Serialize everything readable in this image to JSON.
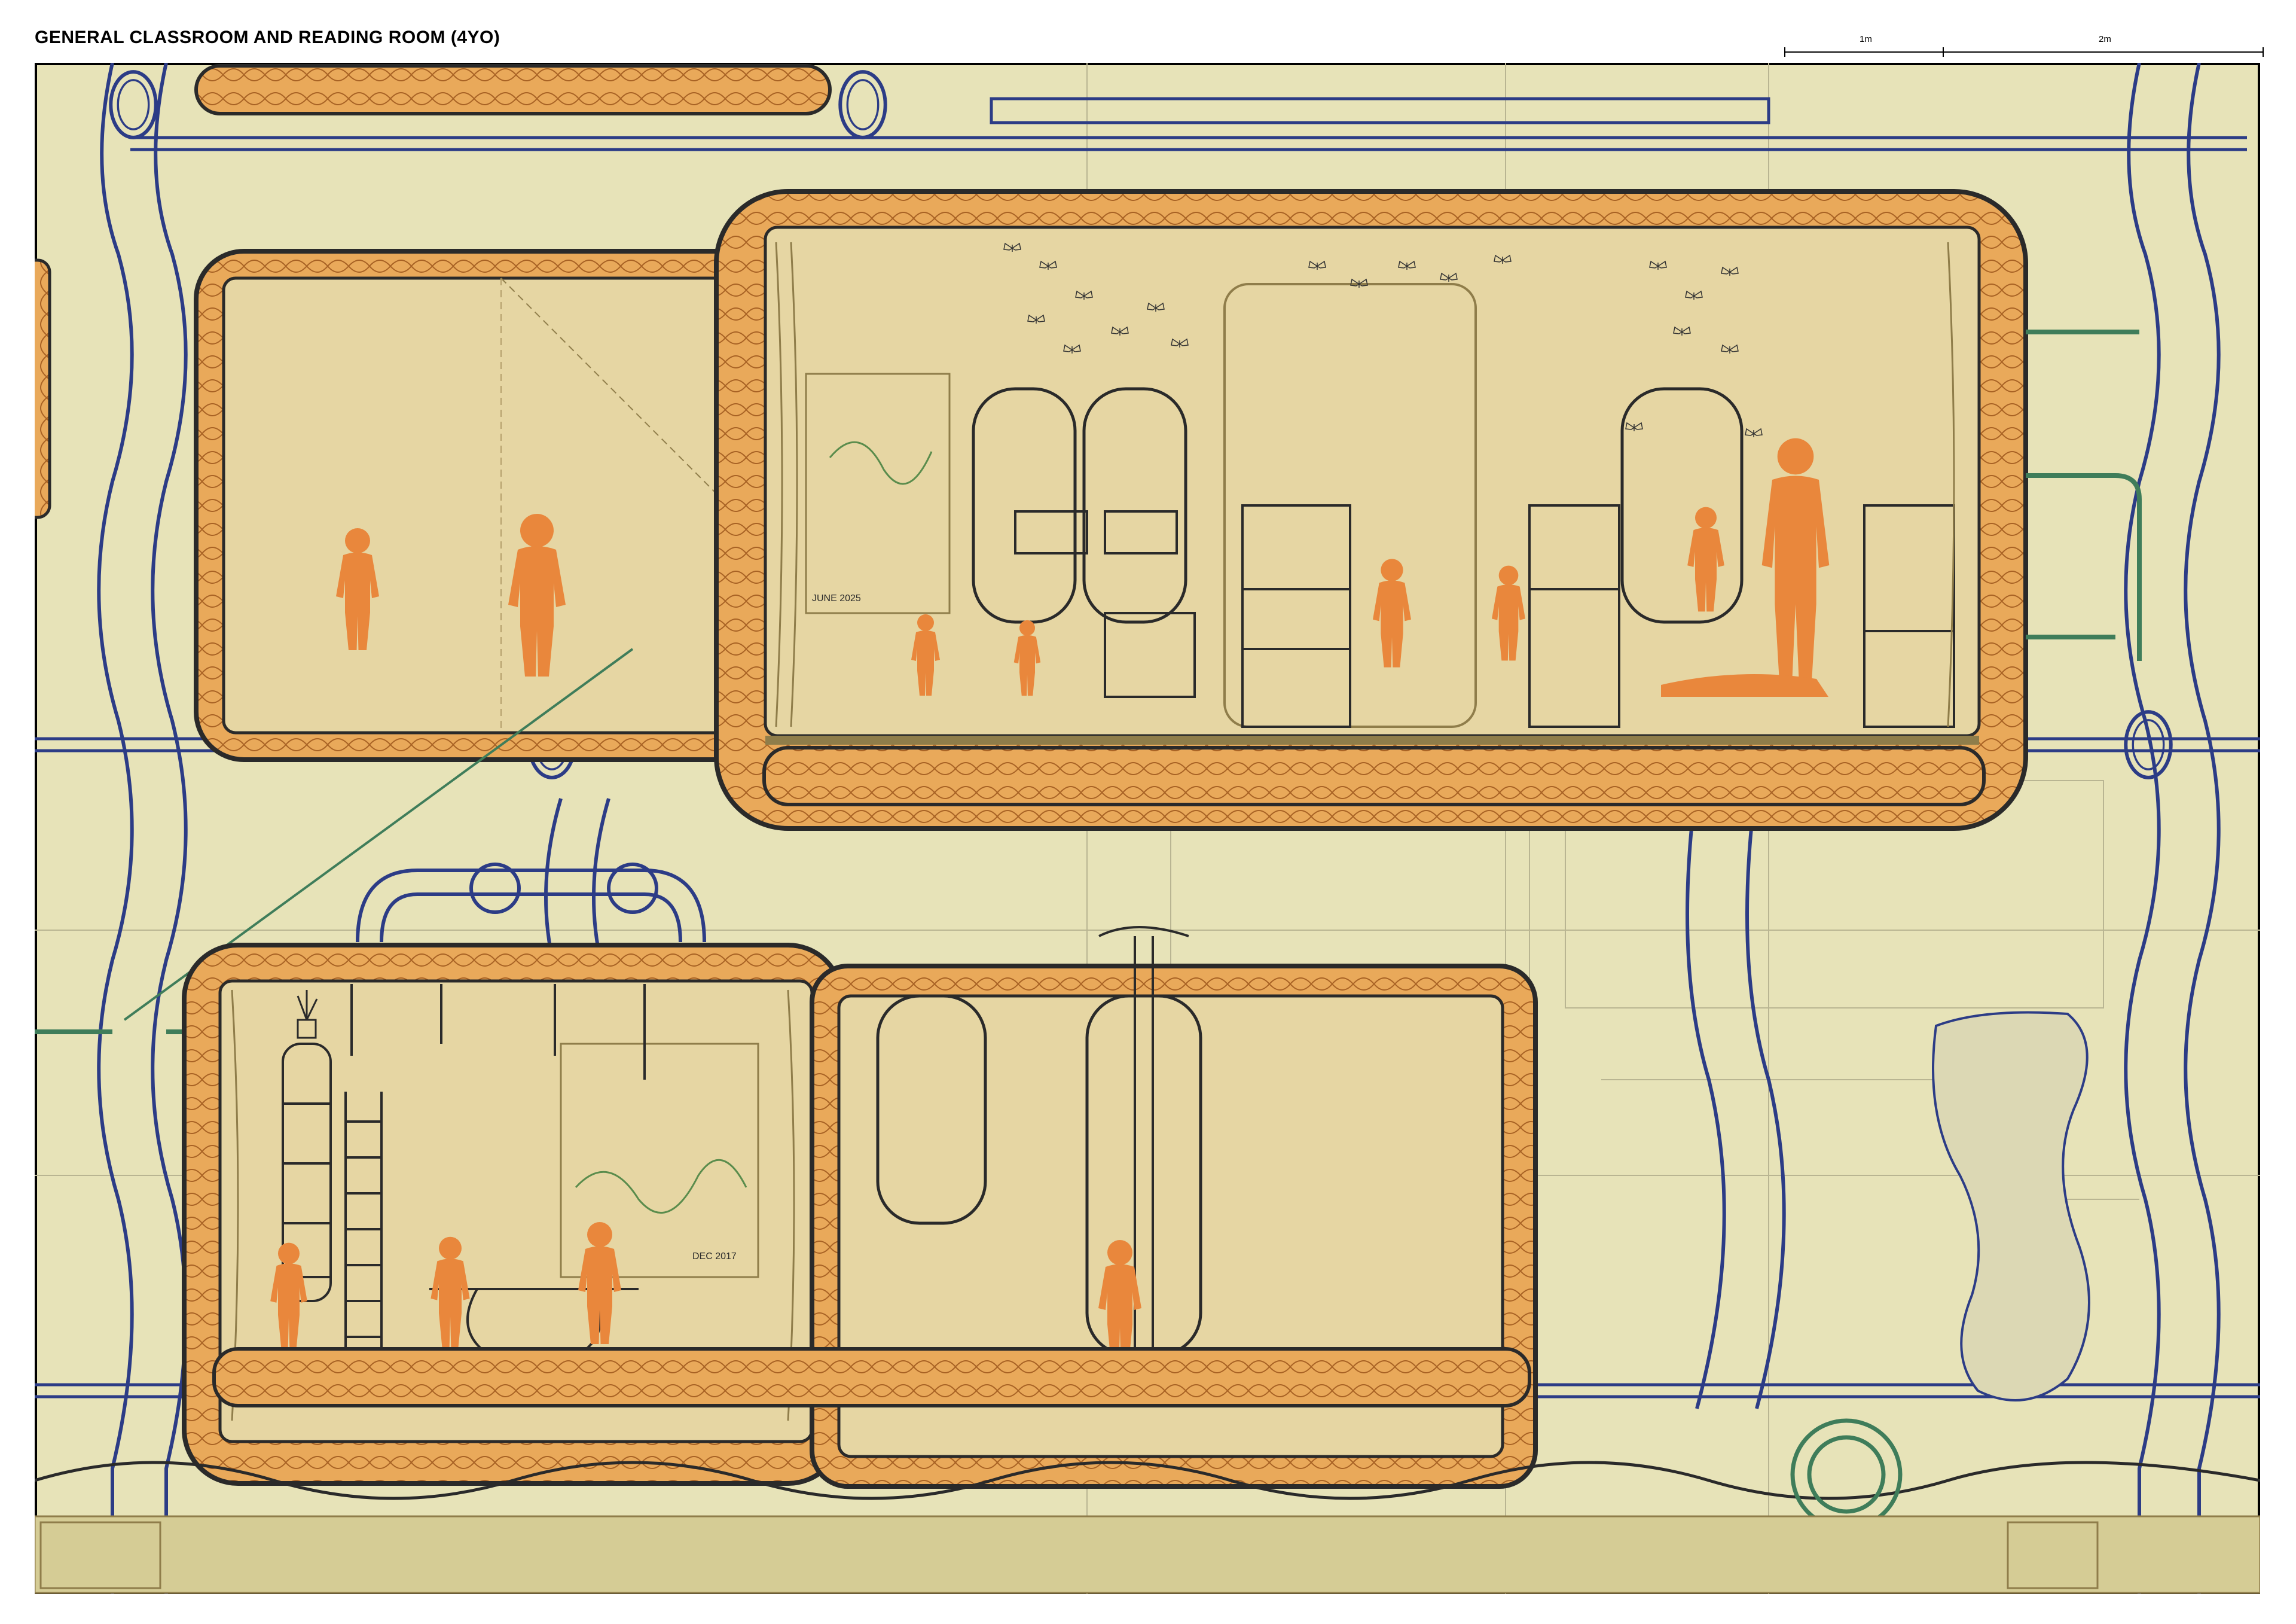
{
  "title": "GENERAL CLASSROOM AND READING ROOM (4YO)",
  "scale_bar": {
    "labels": [
      "1m",
      "2m"
    ]
  },
  "wall_labels": {
    "upper_room": "JUNE 2025",
    "lower_room": "DEC 2017"
  },
  "colors": {
    "background": "#e7e3b8",
    "room_fill": "#e6d6a3",
    "insulation": "#e9a95a",
    "outline": "#2a2a2a",
    "structure_blue": "#2c3c86",
    "pipe_green": "#3f7d5a",
    "figure_orange": "#e9873c",
    "frame": "#000000"
  },
  "icons": [
    "scale-bar-icon",
    "child-figure-icon",
    "adult-figure-icon",
    "butterfly-icon",
    "porthole-icon",
    "ladder-icon",
    "bookshelf-icon",
    "plant-icon"
  ]
}
